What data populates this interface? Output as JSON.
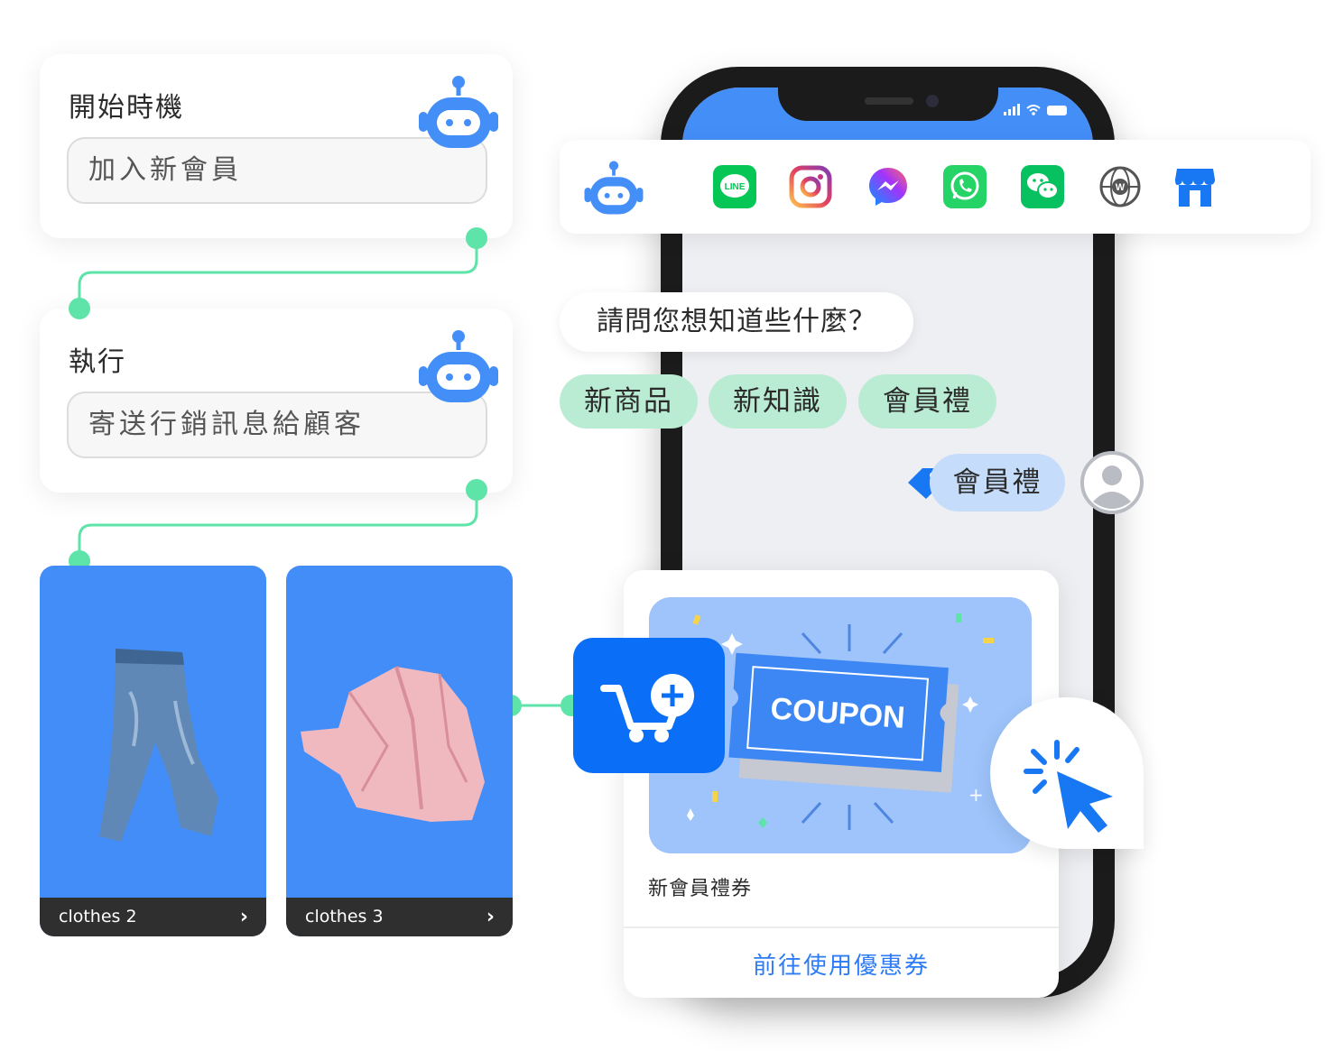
{
  "flow": {
    "trigger": {
      "title": "開始時機",
      "value": "加入新會員"
    },
    "action": {
      "title": "執行",
      "value": "寄送行銷訊息給顧客"
    }
  },
  "products": [
    {
      "label": "clothes 2"
    },
    {
      "label": "clothes 3"
    }
  ],
  "channels": [
    "line",
    "instagram",
    "messenger",
    "whatsapp",
    "wechat",
    "website",
    "store"
  ],
  "chat": {
    "question": "請問您想知道些什麼？",
    "quick_replies": [
      "新商品",
      "新知識",
      "會員禮"
    ],
    "user_reply": "會員禮"
  },
  "coupon": {
    "badge": "COUPON",
    "title": "新會員禮券",
    "link": "前往使用優惠券"
  },
  "icons": {
    "line_badge": "LINE",
    "website_badge": "W"
  },
  "colors": {
    "brand_blue": "#448ef8",
    "accent_green": "#5ee3a8",
    "chip_green": "#b9ecd3",
    "user_chip": "#c5dcfb",
    "link_blue": "#2d7cf6"
  }
}
